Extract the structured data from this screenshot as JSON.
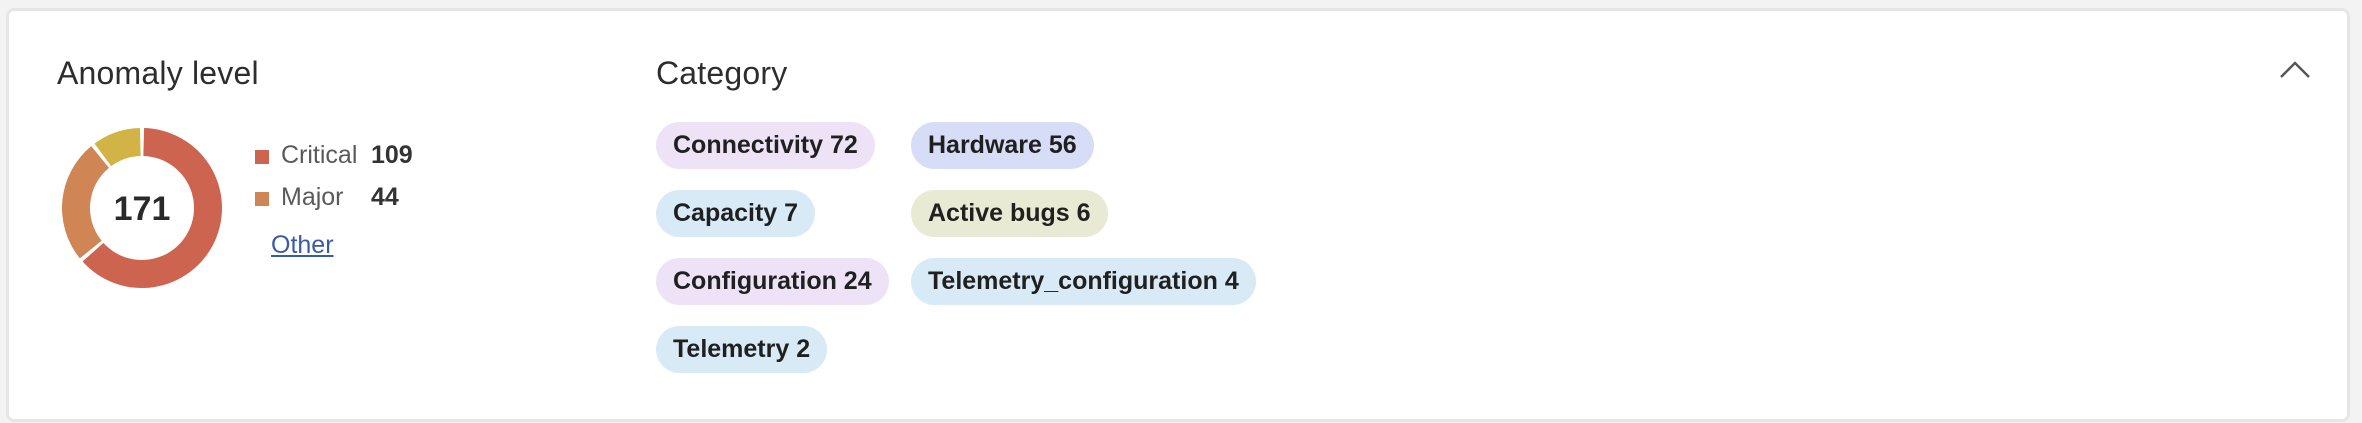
{
  "anomaly": {
    "title": "Anomaly level",
    "total": "171",
    "legend": [
      {
        "label": "Critical",
        "count": "109",
        "color": "#cd6450"
      },
      {
        "label": "Major",
        "count": "44",
        "color": "#d08554"
      }
    ],
    "other_label": "Other",
    "chart_data": {
      "type": "pie",
      "categories": [
        "Critical",
        "Major",
        "Other"
      ],
      "values": [
        109,
        44,
        18
      ],
      "colors": [
        "#cd6450",
        "#d08554",
        "#d2b345"
      ]
    }
  },
  "category": {
    "title": "Category",
    "chips": [
      {
        "label": "Connectivity 72",
        "color": "#eee3f6"
      },
      {
        "label": "Hardware 56",
        "color": "#d8ddf7"
      },
      {
        "label": "Capacity 7",
        "color": "#d8eaf6"
      },
      {
        "label": "Active bugs 6",
        "color": "#e9ead3"
      },
      {
        "label": "Configuration 24",
        "color": "#eee3f6"
      },
      {
        "label": "Telemetry_configuration 4",
        "color": "#d8eaf6"
      },
      {
        "label": "Telemetry 2",
        "color": "#d8eaf6"
      }
    ]
  },
  "collapse_icon": "chevron-up-icon"
}
